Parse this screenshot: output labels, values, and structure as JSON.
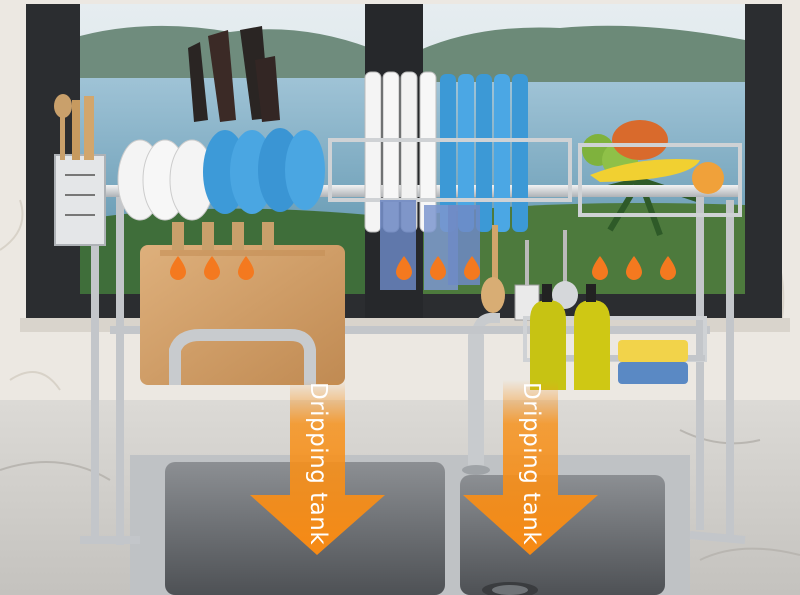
{
  "labels": {
    "left_arrow": "Dripping tank",
    "right_arrow": "Dripping tank"
  },
  "colors": {
    "accent_orange": "#f7931e",
    "drop_orange": "#f4791f",
    "rack_steel": "#c9ccd0",
    "wall_tile": "#eae6df",
    "sea_blue": "#8fb7cf",
    "mountain_green": "#6c8c7a",
    "plate_blue": "#3c99d6",
    "board_wood": "#d4a573",
    "soap_yellow": "#c8c214"
  },
  "drops": {
    "count_per_group": 3,
    "groups": [
      "cutting-board",
      "dish-rack",
      "fruit-basket"
    ]
  }
}
